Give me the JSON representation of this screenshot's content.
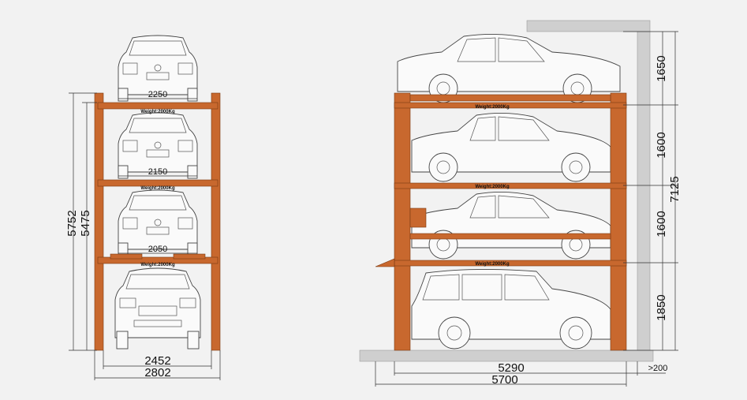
{
  "left_view": {
    "platform_widths": [
      "2250",
      "2150",
      "2050"
    ],
    "weight_labels": [
      "Weight:2000Kg",
      "Weight:2000Kg",
      "Weight:2000Kg"
    ],
    "height_outer": "5752",
    "height_inner": "5475",
    "width_inner": "2452",
    "width_outer": "2802"
  },
  "right_view": {
    "weight_labels": [
      "Weight:2000Kg",
      "Weight:2000Kg",
      "Weight:2000Kg"
    ],
    "level_heights": [
      "1650",
      "1600",
      "1600",
      "1850"
    ],
    "total_height": "7125",
    "length_inner": "5290",
    "length_outer": "5700",
    "clearance": ">200"
  },
  "colors": {
    "frame": "#c8682e",
    "background": "#f2f2f2",
    "ground": "#cfcfcf"
  }
}
